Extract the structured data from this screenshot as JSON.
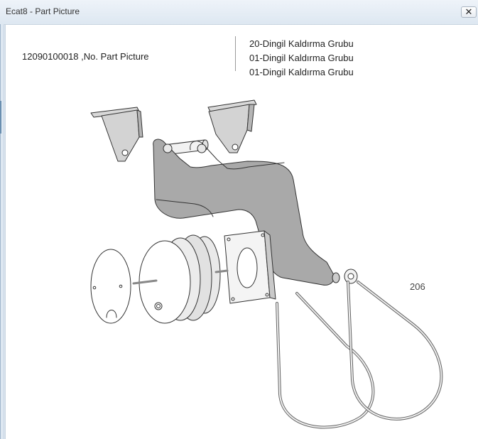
{
  "window": {
    "title": "Ecat8 - Part Picture",
    "close_label": "✕"
  },
  "header": {
    "part_number_label": "12090100018 ,No. Part Picture",
    "groups": [
      "20-Dingil Kaldırma Grubu",
      "01-Dingil Kaldırma Grubu",
      "01-Dingil Kaldırma Grubu"
    ]
  },
  "diagram": {
    "callouts": [
      "206"
    ]
  }
}
